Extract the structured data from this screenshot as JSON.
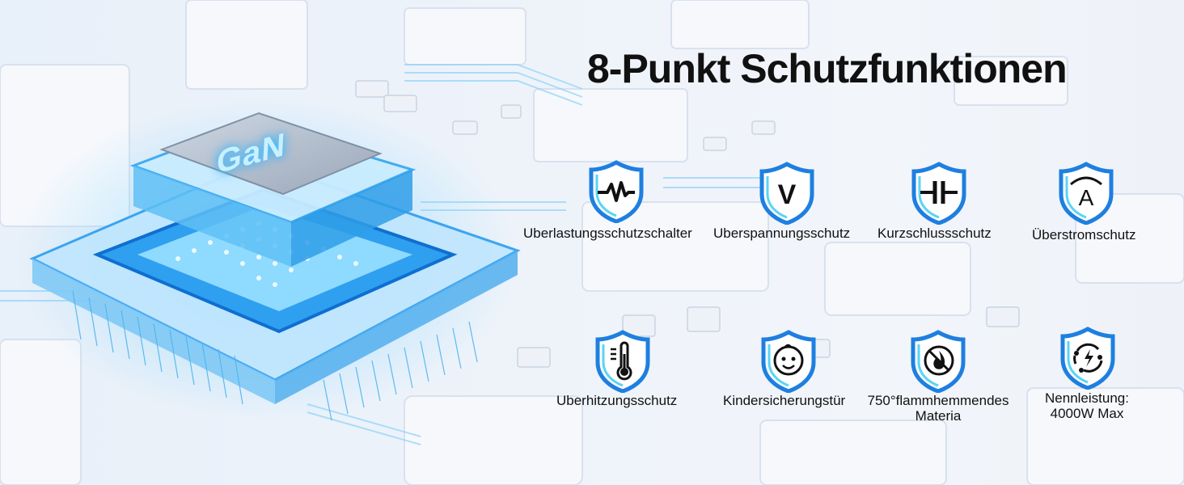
{
  "title": "8-Punkt Schutzfunktionen",
  "chip_label": "GaN",
  "features": [
    {
      "label": "Uberlastungsschutzschalter",
      "icon": "waveform-icon"
    },
    {
      "label": "Uberspannungsschutz",
      "icon": "voltage-v-icon"
    },
    {
      "label": "Kurzschlussschutz",
      "icon": "capacitor-icon"
    },
    {
      "label": "Überstromschutz",
      "icon": "ampere-icon"
    },
    {
      "label": "Uberhitzungsschutz",
      "icon": "thermometer-icon"
    },
    {
      "label": "Kindersicherungstür",
      "icon": "baby-face-icon"
    },
    {
      "label_line1": "750°flammhemmendes",
      "label_line2": "Materia",
      "icon": "no-fire-icon"
    },
    {
      "label_line1": "Nennleistung:",
      "label_line2": "4000W Max",
      "icon": "power-cycle-icon"
    }
  ],
  "colors": {
    "shield_blue": "#1e7fe0",
    "shield_light": "#5ad4f5",
    "icon_dark": "#111111",
    "chip_glow": "#39a8f2"
  }
}
